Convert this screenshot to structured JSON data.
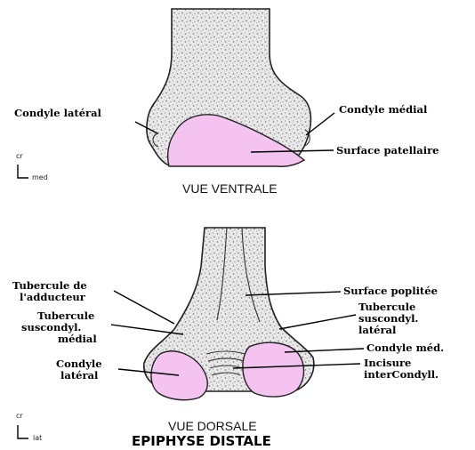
{
  "ventral": {
    "labels": {
      "condyle_lateral": "Condyle latéral",
      "condyle_medial": "Condyle médial",
      "surface_patellaire": "Surface patellaire"
    },
    "caption": "VUE VENTRALE",
    "axis": {
      "vertical": "cr",
      "horizontal": "med"
    }
  },
  "dorsal": {
    "labels": {
      "tubercule_adducteur_line1": "Tubercule de",
      "tubercule_adducteur_line2": "l'adducteur",
      "tubercule_sus_medial_line1": "Tubercule",
      "tubercule_sus_medial_line2": "suscondyl.",
      "tubercule_sus_medial_line3": "médial",
      "condyle_lateral_line1": "Condyle",
      "condyle_lateral_line2": "latéral",
      "surface_poplitee": "Surface poplitée",
      "tubercule_sus_lateral_line1": "Tubercule",
      "tubercule_sus_lateral_line2": "suscondyl.",
      "tubercule_sus_lateral_line3": "latéral",
      "condyle_med": "Condyle méd.",
      "incisure_line1": "Incisure",
      "incisure_line2": "interCondyll."
    },
    "caption": "VUE DORSALE",
    "axis": {
      "vertical": "cr",
      "horizontal": "lat"
    }
  },
  "title": "EPIPHYSE DISTALE",
  "colors": {
    "cartilage": "#f4c3ef",
    "bone": "#e6e6e6",
    "outline": "#222222"
  }
}
